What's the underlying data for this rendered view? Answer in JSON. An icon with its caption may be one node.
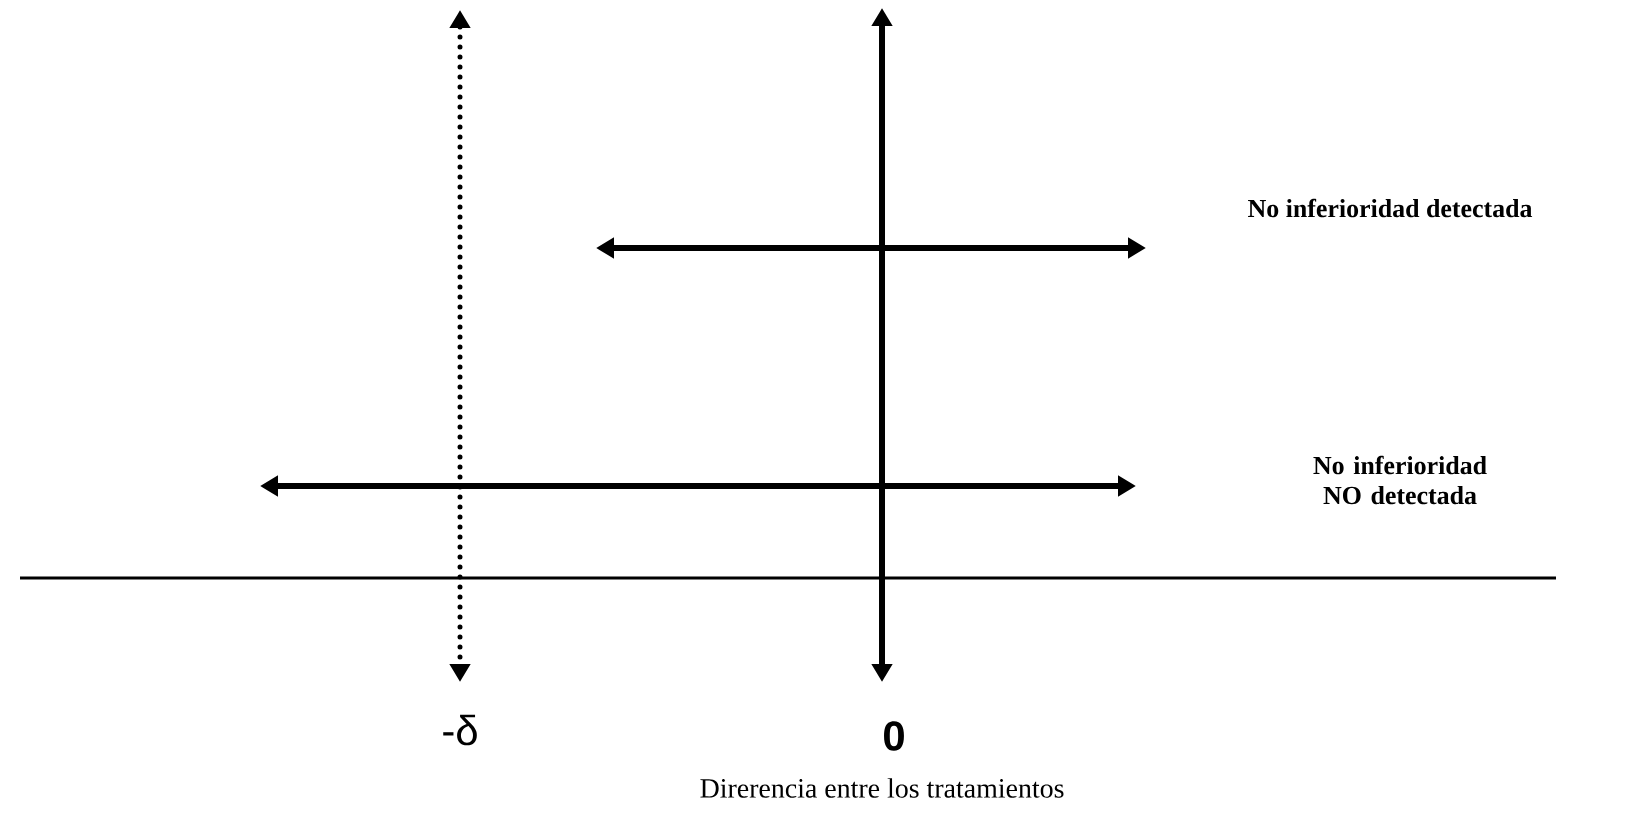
{
  "diagram": {
    "labels": [
      "No inferioridad detectada",
      "No inferioridad NO detectada",
      "-δ",
      "0",
      "Direrencia entre los tratamientos"
    ]
  }
}
